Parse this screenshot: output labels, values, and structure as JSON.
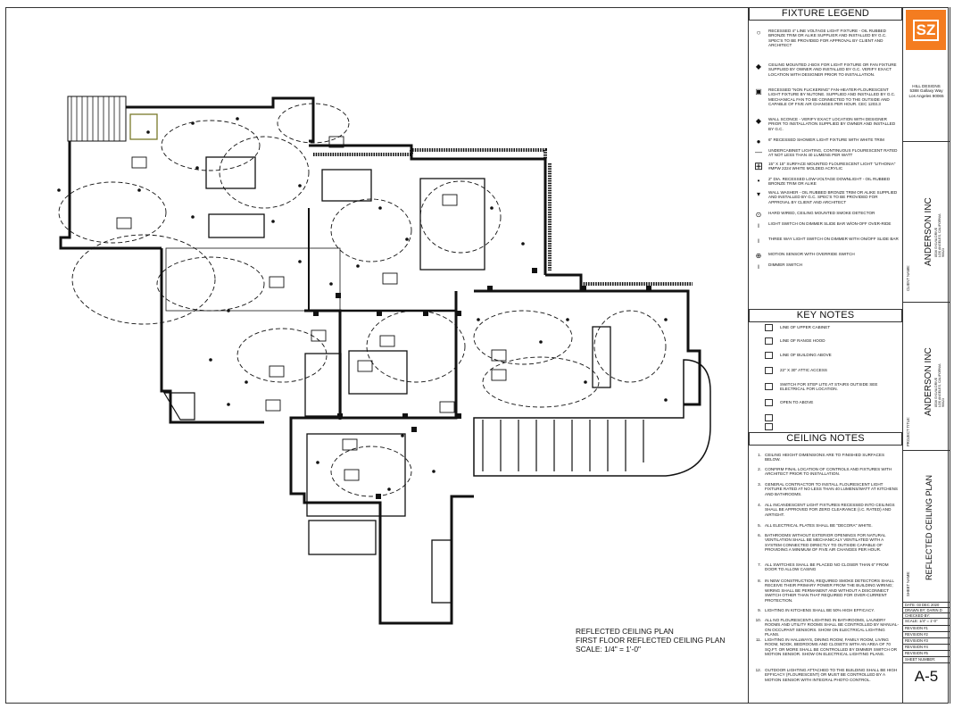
{
  "legend": {
    "fixture_title": "FIXTURE LEGEND",
    "fixtures": [
      {
        "icon": "open-circle-icon",
        "text": "RECESSED 4\" LINE VOLTAGE LIGHT FIXTURE - OIL RUBBED BRONZE TRIM OR ALIKE SUPPLIER AND INSTALLED BY G.C. SPEC'S TO BE PROVIDED FOR APPROVAL BY CLIENT AND ARCHITECT"
      },
      {
        "icon": "diamond-icon",
        "text": "CEILING MOUNTED J-BOX FOR LIGHT FIXTURE OR FAN FIXTURE SUPPLIED BY OWNER AND INSTALLED BY G.C. VERIFY EXACT LOCATION WITH DESIGNER PRIOR TO INSTALLATION."
      },
      {
        "icon": "square-fan-icon",
        "text": "RECESSED \"NON FLICKERING\" FAN-HEATER-FLOURESCENT LIGHT FIXTURE BY NUTONE. SUPPLIED AND INSTALLED BY G.C. MECHANICAL FAN TO BE CONNECTED TO THE OUTSIDE AND CAPABLE OF FIVE AIR CHANGES PER HOUR. CEC 1203.3"
      },
      {
        "icon": "wall-sconce-icon",
        "text": "WALL SCONCE - VERIFY EXACT LOCATION WITH DESIGNER PRIOR TO INSTALLATION SUPPLIED BY OWNER AND INSTALLED BY G.C."
      },
      {
        "icon": "filled-dot-icon",
        "text": "6\" RECESSED SHOWER LIGHT FIXTURE WITH WHITE TRIM"
      },
      {
        "icon": "line-icon",
        "text": "UNDERCABINET LIGHTING, CONTINUOUS FLOURESCENT RATED AT NOT LESS THAN 40 LUMENS PER WATT"
      },
      {
        "icon": "grid-square-icon",
        "text": "15\" X 15\" SURFACE MOUNTED FLOURESCENT LIGHT \"LITHONIA\" #MPW 2224 WHITE MOLDED ACRYLIC"
      },
      {
        "icon": "small-dot-icon",
        "text": "2\" DIA. RECESSED LOW-VOLTAGE DOWNLIGHT - OIL RUBBED BRONZE TRIM OR ALIKE"
      },
      {
        "icon": "wall-washer-icon",
        "text": "WALL WASHER - OIL RUBBED BRONZE TRIM OR ALIKE SUPPLIED AND INSTALLED BY G.C. SPEC'S TO BE PROVIDED FOR APPROVAL BY CLIENT AND ARCHITECT"
      },
      {
        "icon": "smoke-detector-icon",
        "text": "HARD WIRED, CEILING MOUNTED SMOKE DETECTOR"
      },
      {
        "icon": "switch-icon",
        "text": "LIGHT SWITCH ON DIMMER SLIDE BAR W/ON-OFF OVER-RIDE"
      },
      {
        "icon": "three-way-switch-icon",
        "text": "THREE WAY LIGHT SWITCH ON DIMMER WITH ON/OFF SLIDE BAR"
      },
      {
        "icon": "motion-sensor-icon",
        "text": "MOTION SENSOR WITH OVERRIDE SWITCH"
      },
      {
        "icon": "dimmer-icon",
        "text": "DIMMER SWITCH"
      }
    ],
    "key_title": "KEY NOTES",
    "key_notes": [
      "LINE OF UPPER CABINET",
      "LINE OF RANGE HOOD",
      "LINE OF BUILDING ABOVE",
      "22\" X 30\" ATTIC ACCESS",
      "SWITCH FOR STEP LITE AT STAIRS OUTSIDE SEE ELECTRICAL FOR LOCATION.",
      "OPEN TO ABOVE",
      "",
      ""
    ],
    "ceiling_title": "CEILING NOTES",
    "ceiling_notes": [
      {
        "n": "1.",
        "text": "CEILING HEIGHT DIMENSIONS ARE TO FINISHED SURFACES BELOW."
      },
      {
        "n": "2.",
        "text": "CONFIRM FINAL LOCATION OF CONTROLS AND FIXTURES WITH ARCHITECT PRIOR TO INSTALLATION."
      },
      {
        "n": "3.",
        "text": "GENERAL CONTRACTOR TO INSTALL FLOURESCENT LIGHT FIXTURE RATED AT NO LESS THAN 40 LUMENS/WATT AT KITCHENS AND BATHROOMS."
      },
      {
        "n": "4.",
        "text": "ALL INCANDESCENT LIGHT FIXTURES RECESSED INTO CEILINGS SHALL BE APPROVED FOR ZERO CLEARANCE (I.C. RATED) AND AIRTIGHT."
      },
      {
        "n": "5.",
        "text": "ALL ELECTRICAL PLATES SHALL BE \"DECORA\" WHITE."
      },
      {
        "n": "6.",
        "text": "BATHROOMS WITHOUT EXTERIOR OPENINGS FOR NATURAL VENTILATION SHALL BE MECHANICALY VENTILATED WITH A SYSTEM CONNECTED DIRECTLY TO OUTSIDE CAPABLE OF PROVIDING A MINIMUM OF FIVE AIR CHANGES PER HOUR."
      },
      {
        "n": "7.",
        "text": "ALL SWITCHES SHALL BE PLACED NO CLOSER THAN 6\" FROM DOOR TO ALLOW CASING"
      },
      {
        "n": "8.",
        "text": "IN NEW CONSTRUCTION, REQUIRED SMOKE DETECTORS SHALL RECEIVE THEIR PRIMARY POWER FROM THE BUILDING WIRING; WIRING SHALL BE PERMANENT AND WITHOUT A DISCONNECT SWITCH OTHER THAN THAT REQUIRED FOR OVER-CURRENT PROTECTION."
      },
      {
        "n": "9.",
        "text": "LIGHTING IN KITCHENS SHALL BE 50% HIGH EFFICACY."
      },
      {
        "n": "10.",
        "text": "ALL NO FLOURESCENT-LIGHTING IN BATHROOMS, LAUNDRY ROOMS AND UTILITY ROOMS SHALL BE CONTROLLED BY MANUAL-ON OCCUPANT SENSORS. SHOW ON ELECTRICAL LIGHTING PLANS."
      },
      {
        "n": "11.",
        "text": "LIGHTING IN HALLWAYS, DINING ROOM, FAMILY ROOM, LIVING ROOM, NOOK, BEDROOMS AND CLOSETS WITH AN AREA OF 70 SQ.FT. OR MORE SHALL BE CONTROLLED BY DIMMER SWITCH OR MOTION SENSOR. SHOW ON ELECTRICAL LIGHTING PLANS."
      },
      {
        "n": "12.",
        "text": "OUTDOOR LIGHTING ATTACHED TO THE BUILDING SHALL BE HIGH EFFICACY (FLOURESCENT) OR MUST BE CONTROLLED BY A MOTION SENSOR WITH INTEGRAL PHOTO CONTROL."
      }
    ]
  },
  "title_block": {
    "logo": "SZ",
    "firm_lines": [
      "HILL DESIGNS",
      "5388 Gallaxy Way",
      "Los Angeles 90065"
    ],
    "client_label": "CLIENT NAME:",
    "client_name": "ANDERSON INC",
    "client_address": [
      "8536 SYLVIA DRIVE",
      "LOS ANGELES, CALIFORNIA",
      "90023"
    ],
    "project_label": "PROJECT TITLE:",
    "project_name": "ANDERSON INC",
    "project_address": [
      "8536 SYLVIA DRIVE",
      "LOS ANGELES, CALIFORNIA",
      "90023"
    ],
    "sheet_label": "SHEET NAME:",
    "sheet_name": "REFLECTED CEILING PLAN",
    "rows": [
      {
        "label": "DATE:",
        "value": "03 DEC 2020"
      },
      {
        "label": "DRAWN BY:",
        "value": "DARIN D"
      },
      {
        "label": "CHECKED BY:",
        "value": ""
      },
      {
        "label": "SCALE:",
        "value": "1/4\" = 1'-0\""
      },
      {
        "label": "REVISION #1",
        "value": ""
      },
      {
        "label": "REVISION #2",
        "value": ""
      },
      {
        "label": "REVISION #3",
        "value": ""
      },
      {
        "label": "REVISION #4",
        "value": ""
      },
      {
        "label": "REVISION #5",
        "value": ""
      },
      {
        "label": "SHEET NUMBER:",
        "value": ""
      }
    ],
    "sheet_number": "A-5"
  },
  "plan": {
    "title1": "REFLECTED CEILING PLAN",
    "title2": "FIRST FLOOR REFLECTED CEILING PLAN",
    "scale": "SCALE: 1/4\" = 1'-0\"",
    "colors": {
      "ink": "#111111",
      "accent": "#f47c20",
      "olive": "#7a7a2a"
    }
  }
}
